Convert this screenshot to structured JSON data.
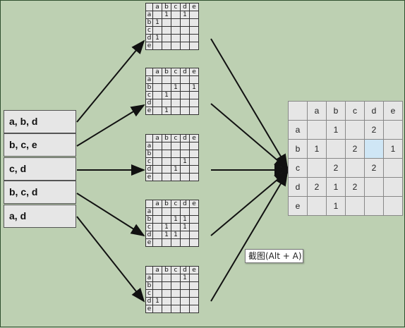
{
  "transactions": [
    "a, b, d",
    "b, c, e",
    "c, d",
    "b, c, d",
    "a, d"
  ],
  "matrix_headers": [
    "a",
    "b",
    "c",
    "d",
    "e"
  ],
  "small_matrices": [
    [
      [
        "",
        "1",
        "",
        "1",
        ""
      ],
      [
        "1",
        "",
        "",
        "",
        ""
      ],
      [
        "",
        "",
        "",
        "",
        ""
      ],
      [
        "1",
        "",
        "",
        "",
        ""
      ],
      [
        "",
        "",
        "",
        "",
        ""
      ]
    ],
    [
      [
        "",
        "",
        "",
        "",
        ""
      ],
      [
        "",
        "",
        "1",
        "",
        "1"
      ],
      [
        "",
        "1",
        "",
        "",
        ""
      ],
      [
        "",
        "",
        "",
        "",
        ""
      ],
      [
        "",
        "1",
        "",
        "",
        ""
      ]
    ],
    [
      [
        "",
        "",
        "",
        "",
        ""
      ],
      [
        "",
        "",
        "",
        "",
        ""
      ],
      [
        "",
        "",
        "",
        "1",
        ""
      ],
      [
        "",
        "",
        "1",
        "",
        ""
      ],
      [
        "",
        "",
        "",
        "",
        ""
      ]
    ],
    [
      [
        "",
        "",
        "",
        "",
        ""
      ],
      [
        "",
        "",
        "1",
        "1",
        ""
      ],
      [
        "",
        "1",
        "",
        "1",
        ""
      ],
      [
        "",
        "1",
        "1",
        "",
        ""
      ],
      [
        "",
        "",
        "",
        "",
        ""
      ]
    ],
    [
      [
        "",
        "",
        "",
        "1",
        ""
      ],
      [
        "",
        "",
        "",
        "",
        ""
      ],
      [
        "",
        "",
        "",
        "",
        ""
      ],
      [
        "1",
        "",
        "",
        "",
        ""
      ],
      [
        "",
        "",
        "",
        "",
        ""
      ]
    ]
  ],
  "summary_matrix": [
    [
      "",
      "1",
      "",
      "2",
      ""
    ],
    [
      "1",
      "",
      "2",
      "",
      "1"
    ],
    [
      "",
      "2",
      "",
      "2",
      ""
    ],
    [
      "2",
      "1",
      "2",
      "",
      ""
    ],
    [
      "",
      "1",
      "",
      "",
      ""
    ]
  ],
  "tooltip": "截图(Alt + A)"
}
